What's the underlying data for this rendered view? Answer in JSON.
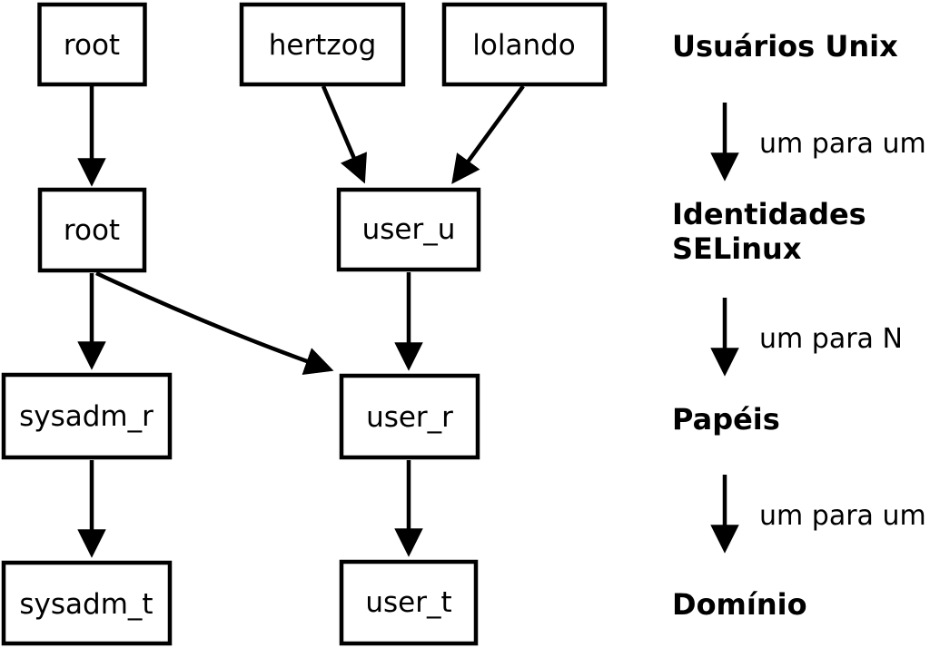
{
  "diagram": {
    "background": "#ffffff",
    "line_color": "#000000",
    "nodes": [
      {
        "id": "unix-root",
        "label": "root",
        "level": "Usuários Unix"
      },
      {
        "id": "unix-hertzog",
        "label": "hertzog",
        "level": "Usuários Unix"
      },
      {
        "id": "unix-lolando",
        "label": "lolando",
        "level": "Usuários Unix"
      },
      {
        "id": "selinux-root",
        "label": "root",
        "level": "Identidades SELinux"
      },
      {
        "id": "selinux-user-u",
        "label": "user_u",
        "level": "Identidades SELinux"
      },
      {
        "id": "role-sysadm-r",
        "label": "sysadm_r",
        "level": "Papéis"
      },
      {
        "id": "role-user-r",
        "label": "user_r",
        "level": "Papéis"
      },
      {
        "id": "domain-sysadm-t",
        "label": "sysadm_t",
        "level": "Domínio"
      },
      {
        "id": "domain-user-t",
        "label": "user_t",
        "level": "Domínio"
      }
    ],
    "edges": [
      {
        "from": "unix-root",
        "to": "selinux-root"
      },
      {
        "from": "unix-hertzog",
        "to": "selinux-user-u"
      },
      {
        "from": "unix-lolando",
        "to": "selinux-user-u"
      },
      {
        "from": "selinux-root",
        "to": "role-sysadm-r"
      },
      {
        "from": "selinux-root",
        "to": "role-user-r"
      },
      {
        "from": "selinux-user-u",
        "to": "role-user-r"
      },
      {
        "from": "role-sysadm-r",
        "to": "domain-sysadm-t"
      },
      {
        "from": "role-user-r",
        "to": "domain-user-t"
      }
    ],
    "legend": {
      "level1": "Usuários Unix",
      "relation1": "um para um",
      "level2_line1": "Identidades",
      "level2_line2": "SELinux",
      "relation2": "um para N",
      "level3": "Papéis",
      "relation3": "um para um",
      "level4": "Domínio"
    }
  }
}
